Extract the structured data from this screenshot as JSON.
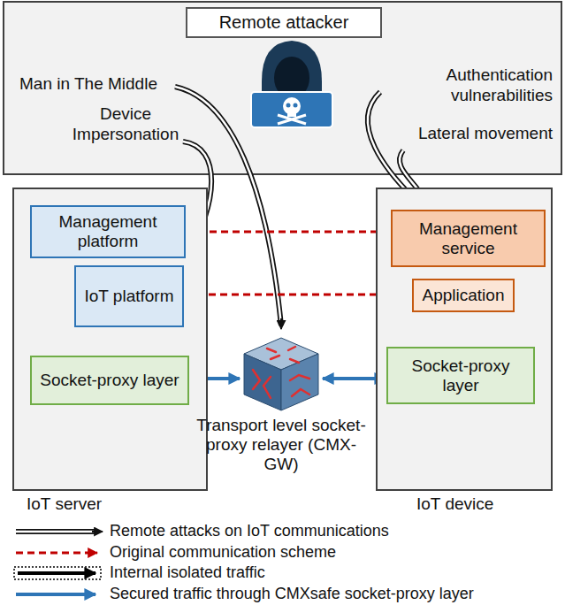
{
  "diagram": {
    "nodes": [
      {
        "text": [
          "Remote attacker"
        ]
      },
      {
        "text": [
          "IoT server"
        ]
      },
      {
        "text": [
          "Management platform"
        ],
        "in": 1
      },
      {
        "text": [
          "IoT platform"
        ],
        "in": 1
      },
      {
        "text": [
          "Socket-proxy layer"
        ],
        "in": 1
      },
      {
        "text": [
          "IoT device"
        ]
      },
      {
        "text": [
          "Management service"
        ],
        "in": 5
      },
      {
        "text": [
          "Application"
        ],
        "in": 5
      },
      {
        "text": [
          "Socket-proxy layer"
        ],
        "in": 5
      },
      {
        "text": [
          "Transport level socket-proxy relayer (CMX-GW)"
        ]
      }
    ],
    "edges": [
      {
        "from": 2,
        "to": 6,
        "arrow": "to"
      },
      {
        "from": 7,
        "to": 3,
        "arrow": "to"
      },
      {
        "from": 2,
        "to": 4,
        "arrow": "to"
      },
      {
        "from": 4,
        "to": 3,
        "arrow": "to"
      },
      {
        "from": 7,
        "to": 8,
        "arrow": "to"
      },
      {
        "from": 8,
        "to": 6,
        "arrow": "to"
      },
      {
        "from": 4,
        "to": 9,
        "arrow": "both"
      },
      {
        "from": 9,
        "to": 8,
        "arrow": "both"
      }
    ],
    "labels": [
      "Man in The Middle",
      "Device Impersonation",
      "Authentication vulnerabilities",
      "Lateral movement"
    ],
    "legend": [
      {
        "text": "Remote attacks on IoT communications"
      },
      {
        "text": "Original communication scheme"
      },
      {
        "text": "Internal isolated traffic"
      },
      {
        "text": "Secured traffic through CMXsafe socket-proxy layer"
      }
    ]
  }
}
